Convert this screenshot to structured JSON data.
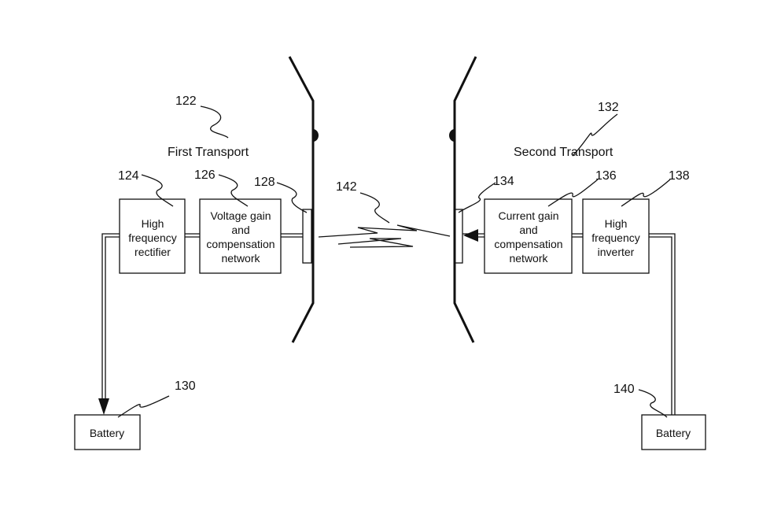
{
  "refs": {
    "r122": "122",
    "r132": "132",
    "r124": "124",
    "r126": "126",
    "r128": "128",
    "r142": "142",
    "r134": "134",
    "r136": "136",
    "r138": "138",
    "r130": "130",
    "r140": "140"
  },
  "titles": {
    "first": "First Transport",
    "second": "Second Transport"
  },
  "boxes": {
    "rectifier": [
      "High",
      "frequency",
      "rectifier"
    ],
    "voltage": [
      "Voltage gain",
      "and",
      "compensation",
      "network"
    ],
    "current": [
      "Current gain",
      "and",
      "compensation",
      "network"
    ],
    "inverter": [
      "High",
      "frequency",
      "inverter"
    ],
    "battery_left": "Battery",
    "battery_right": "Battery"
  },
  "colors": {
    "ink": "#111111",
    "background": "#ffffff"
  }
}
